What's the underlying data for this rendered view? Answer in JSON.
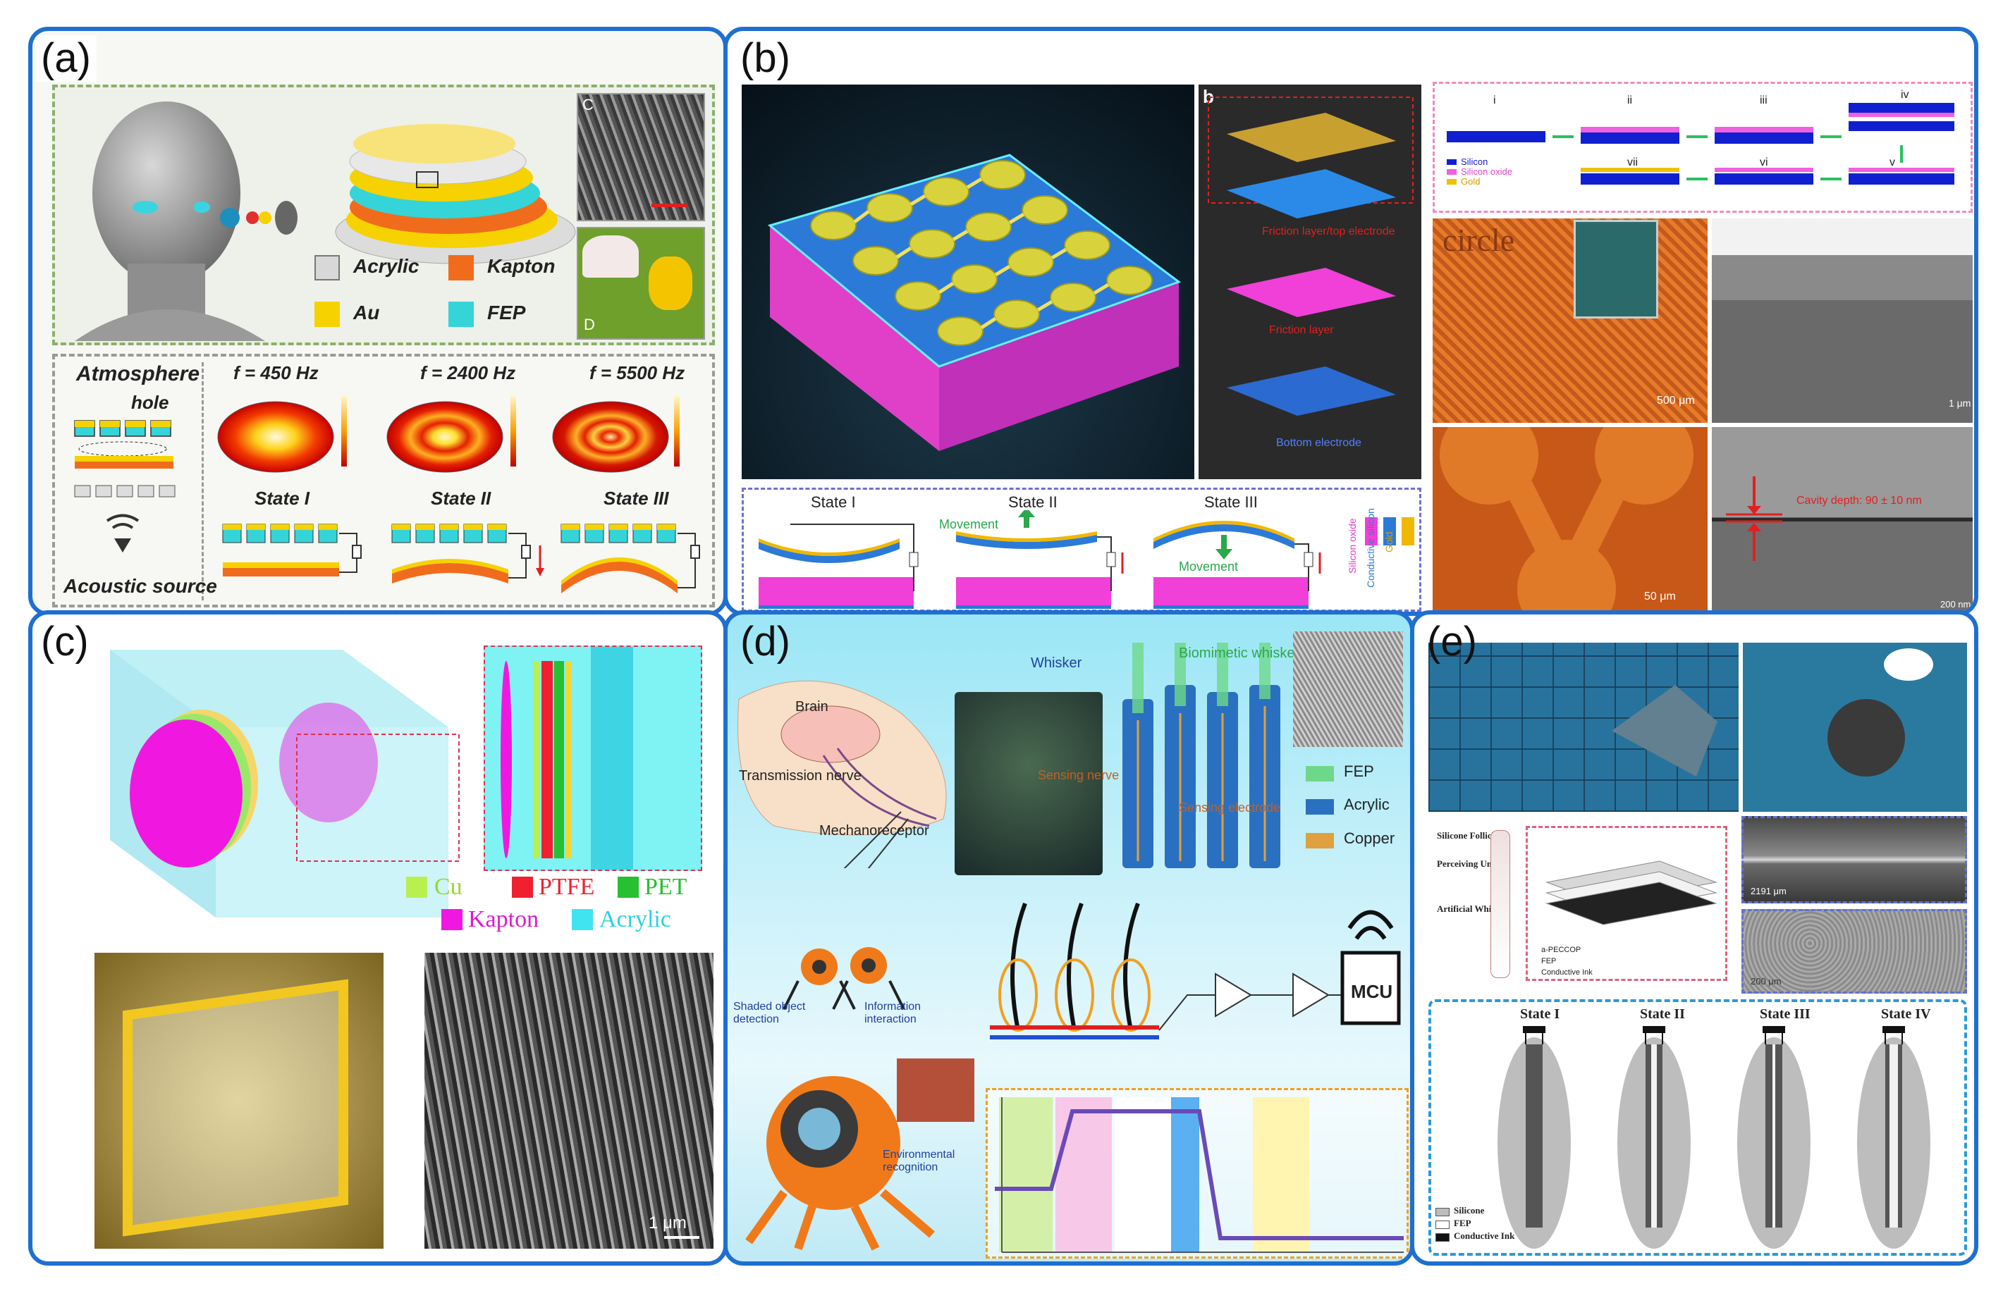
{
  "panels": {
    "a": {
      "label": "(a)",
      "legend": [
        "Acrylic",
        "Kapton",
        "Au",
        "FEP"
      ],
      "freqs": [
        "f = 450 Hz",
        "f = 2400 Hz",
        "f = 5500 Hz"
      ],
      "states": [
        "State I",
        "State II",
        "State III"
      ],
      "atmosphere": "Atmosphere",
      "hole": "hole",
      "source": "Acoustic source",
      "inset_c": "C",
      "inset_d": "D"
    },
    "b": {
      "label": "(b)",
      "sublabel": "b",
      "layers": [
        "Friction layer/top electrode",
        "Friction layer",
        "Bottom electrode"
      ],
      "steps": [
        "i",
        "ii",
        "iii",
        "iv",
        "v",
        "vi",
        "vii"
      ],
      "fab_legend": [
        "Silicon",
        "Silicon oxide",
        "Gold"
      ],
      "states": [
        "State I",
        "State II",
        "State III"
      ],
      "movement": "Movement",
      "side_legend": [
        "Silicon oxide",
        "Conductive silicon",
        "Gold"
      ],
      "circle_text": "circle",
      "scale_500": "500 μm",
      "scale_1": "1 μm",
      "scale_50": "50 μm",
      "scale_200": "200 nm",
      "cavity": "Cavity depth: 90 ± 10 nm"
    },
    "c": {
      "label": "(c)",
      "legend": [
        "Cu",
        "PTFE",
        "PET",
        "Kapton",
        "Acrylic"
      ],
      "scale": "1 μm"
    },
    "d": {
      "label": "(d)",
      "texts": [
        "Whisker",
        "Biomimetic whisker",
        "Brain",
        "Transmission nerve",
        "Sensing nerve",
        "Mechanoreceptor",
        "Sensing electrode",
        "Shaded object detection",
        "Information interaction",
        "Environmental recognition"
      ],
      "legend": [
        "FEP",
        "Acrylic",
        "Copper"
      ],
      "mcu": "MCU"
    },
    "e": {
      "label": "(e)",
      "side": [
        "Silicone Follicle",
        "Perceiving Unit",
        "Artificial Whisker"
      ],
      "scale1": "2191 μm",
      "scale2": "200 μm",
      "layers": [
        "a-PECCOP",
        "FEP",
        "Conductive Ink"
      ],
      "states": [
        "State I",
        "State II",
        "State III",
        "State IV"
      ],
      "legend": [
        "Silicone",
        "FEP",
        "Conductive Ink"
      ]
    }
  },
  "colors": {
    "frame": "#1e6fd0",
    "au": "#f5d200",
    "fep": "#35d4d8",
    "kapton": "#f06c1c",
    "pink": "#ef3fd4"
  }
}
